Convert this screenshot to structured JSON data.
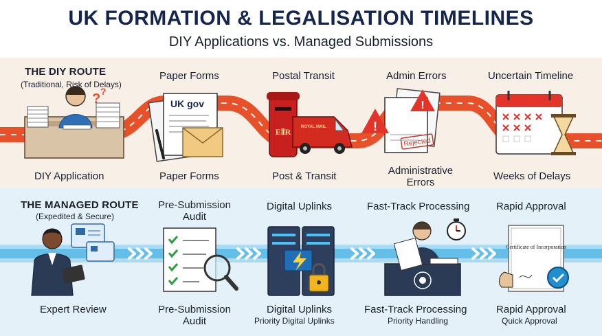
{
  "header": {
    "title": "UK FORMATION & LEGALISATION TIMELINES",
    "subtitle": "DIY Applications vs. Managed Submissions"
  },
  "diy": {
    "route_title": "THE DIY ROUTE",
    "route_subtitle": "(Traditional, Risk of Delays)",
    "step_headers": [
      "Paper Forms",
      "Postal Transit",
      "Admin Errors",
      "Uncertain Timeline"
    ],
    "step_captions": [
      "DIY Application",
      "Paper Forms",
      "Post & Transit",
      "Administrative Errors",
      "Weeks of Delays"
    ],
    "form_text": "UK gov",
    "rejected_stamp": "Rejected",
    "van_text": "ROYAL MAIL",
    "postbox_text": "EⅡR",
    "question_marks": "?",
    "colors": {
      "road": "#e8502a",
      "band": "#f8efe7",
      "title": "#14264d"
    }
  },
  "managed": {
    "route_title": "THE MANAGED ROUTE",
    "route_subtitle": "(Expedited & Secure)",
    "step_headers": [
      "Pre-Submission Audit",
      "Digital Uplinks",
      "Fast-Track Processing",
      "Rapid Approval"
    ],
    "step_captions": [
      {
        "title": "Expert Review",
        "sub": ""
      },
      {
        "title": "Pre-Submission Audit",
        "sub": ""
      },
      {
        "title": "Digital Uplinks",
        "sub": "Priority Digital Uplinks"
      },
      {
        "title": "Fast-Track Processing",
        "sub": "Priority Handling"
      },
      {
        "title": "Rapid Approval",
        "sub": "Quick Approval"
      }
    ],
    "certificate_text": "Certificate of Incorporation",
    "colors": {
      "stream": "#2aa7e0",
      "band": "#e4f1f8"
    }
  }
}
